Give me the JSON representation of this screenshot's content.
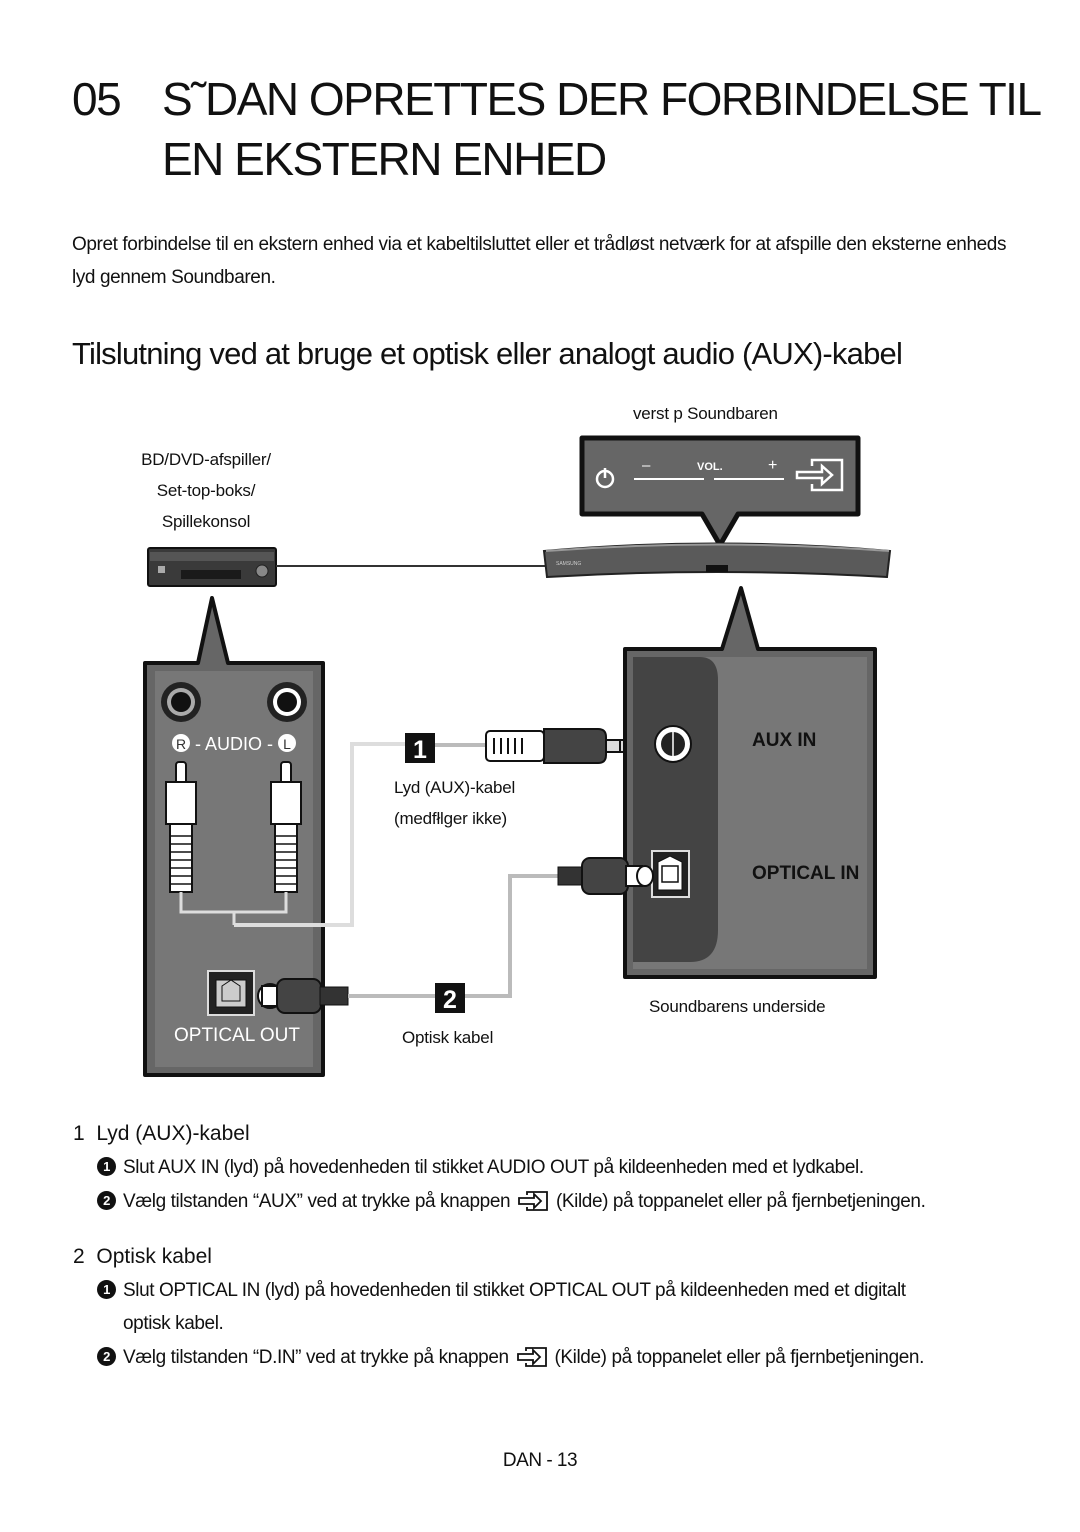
{
  "header": {
    "chapter_number": "05",
    "title_line1": "S˜DAN OPRETTES DER FORBINDELSE TIL",
    "title_line2": "EN EKSTERN ENHED"
  },
  "intro": "Opret forbindelse til en ekstern enhed via et kabeltilsluttet eller et trådløst netværk for at afspille den eksterne enheds lyd gennem Soundbaren.",
  "subheading": "Tilslutning ved at bruge et optisk eller analogt audio (AUX)-kabel",
  "diagram": {
    "top_label": "verst p  Soundbaren",
    "source_label_1": "BD/DVD-afspiller/",
    "source_label_2": "Set-top-boks/",
    "source_label_3": "Spillekonsol",
    "panel_vol_label": "VOL.",
    "panel_minus": "–",
    "panel_plus": "+",
    "soundbar_brand": "SAMSUNG",
    "audio_port_label": "- AUDIO -",
    "audio_r": "R",
    "audio_l": "L",
    "optical_out_label": "OPTICAL OUT",
    "aux_in_label": "AUX IN",
    "optical_in_label": "OPTICAL IN",
    "badge_1": "1",
    "badge_2": "2",
    "aux_cable_label_1": "Lyd (AUX)-kabel",
    "aux_cable_label_2": "(medfłlger ikke)",
    "optical_cable_label": "Optisk kabel",
    "underside_label": "Soundbarens underside"
  },
  "sections": [
    {
      "number": "1",
      "title": "Lyd (AUX)-kabel",
      "steps": [
        {
          "marker": "1",
          "text": "Slut AUX IN (lyd) på hovedenheden til stikket AUDIO OUT på kildeenheden med et lydkabel."
        },
        {
          "marker": "2",
          "text_before": "Vælg tilstanden “AUX” ved at trykke på knappen",
          "text_after": "(Kilde) på toppanelet eller på fjernbetjeningen."
        }
      ]
    },
    {
      "number": "2",
      "title": "Optisk kabel",
      "steps": [
        {
          "marker": "1",
          "line1": "Slut OPTICAL IN (lyd) på hovedenheden til stikket OPTICAL OUT på kildeenheden med et digitalt",
          "line2": "optisk kabel."
        },
        {
          "marker": "2",
          "text_before": "Vælg tilstanden “D.IN” ved at trykke på knappen",
          "text_after": "(Kilde) på toppanelet eller på fjernbetjeningen."
        }
      ]
    }
  ],
  "footer": "DAN - 13"
}
